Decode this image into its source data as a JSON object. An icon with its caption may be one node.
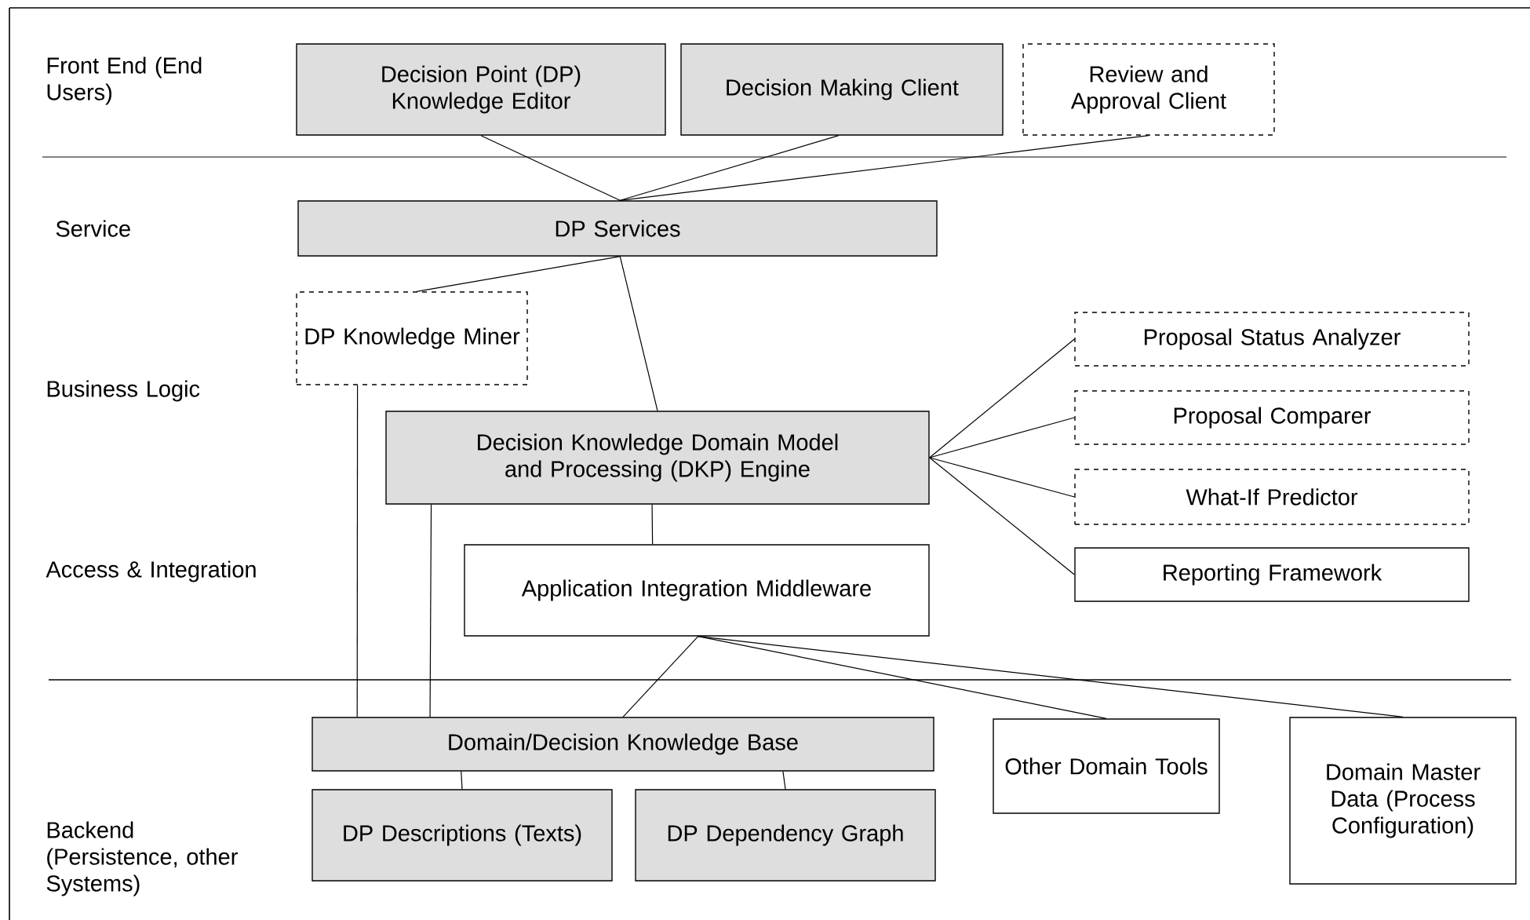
{
  "diagram": {
    "nodes": [
      {
        "text": [
          "Decision Point (DP) Knowledge Editor"
        ]
      },
      {
        "text": [
          "Decision Making Client"
        ]
      },
      {
        "text": [
          "Review and Approval Client"
        ]
      },
      {
        "text": [
          "DP Services"
        ]
      },
      {
        "text": [
          "DP Knowledge Miner"
        ]
      },
      {
        "text": [
          "Decision Knowledge Domain Model and Processing (DKP) Engine"
        ]
      },
      {
        "text": [
          "Proposal Status Analyzer"
        ]
      },
      {
        "text": [
          "Proposal  Comparer"
        ]
      },
      {
        "text": [
          "What-If Predictor"
        ]
      },
      {
        "text": [
          "Reporting Framework"
        ]
      },
      {
        "text": [
          "Application Integration Middleware"
        ]
      },
      {
        "text": [
          "Domain/Decision Knowledge Base"
        ]
      },
      {
        "text": [
          "Other Domain Tools"
        ]
      },
      {
        "text": [
          "Domain Master Data (Process Configuration)"
        ]
      },
      {
        "text": [
          "DP Descriptions (Texts)"
        ]
      },
      {
        "text": [
          "DP Dependency Graph"
        ]
      }
    ],
    "edges": [
      {
        "from": 0,
        "to": 3,
        "arrow": "none"
      },
      {
        "from": 1,
        "to": 3,
        "arrow": "none"
      },
      {
        "from": 2,
        "to": 3,
        "arrow": "none"
      },
      {
        "from": 3,
        "to": 4,
        "arrow": "none"
      },
      {
        "from": 3,
        "to": 5,
        "arrow": "none"
      },
      {
        "from": 4,
        "to": 11,
        "arrow": "none"
      },
      {
        "from": 5,
        "to": 11,
        "arrow": "none"
      },
      {
        "from": 5,
        "to": 10,
        "arrow": "none"
      },
      {
        "from": 5,
        "to": 6,
        "arrow": "none"
      },
      {
        "from": 5,
        "to": 7,
        "arrow": "none"
      },
      {
        "from": 5,
        "to": 8,
        "arrow": "none"
      },
      {
        "from": 5,
        "to": 9,
        "arrow": "none"
      },
      {
        "from": 10,
        "to": 11,
        "arrow": "none"
      },
      {
        "from": 10,
        "to": 12,
        "arrow": "none"
      },
      {
        "from": 10,
        "to": 13,
        "arrow": "none"
      },
      {
        "from": 11,
        "to": 14,
        "arrow": "none"
      },
      {
        "from": 11,
        "to": 15,
        "arrow": "none"
      }
    ],
    "labels": [
      "Front End (End Users)",
      "Service",
      "Business Logic",
      "Access & Integration",
      "Backend (Persistence, other Systems)"
    ]
  }
}
